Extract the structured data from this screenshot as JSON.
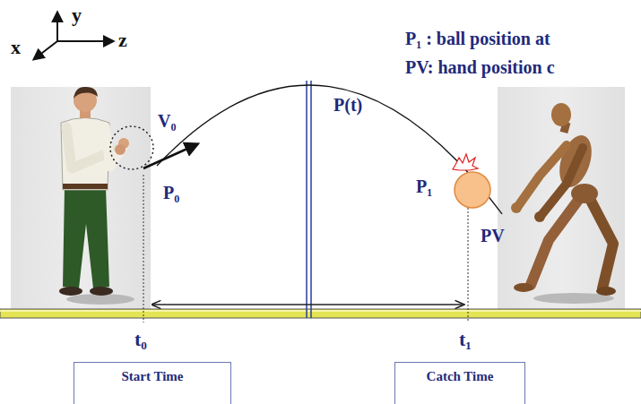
{
  "diagram": {
    "nodes": [
      {
        "text": [
          "Start Time"
        ]
      },
      {
        "text": [
          "Catch Time"
        ]
      }
    ],
    "labels": [
      "y",
      "z",
      "x",
      "P₁ : ball position at",
      "PV: hand position c",
      "V₀",
      "P₀",
      "P(t)",
      "P₁",
      "PV",
      "t₀",
      "t₁"
    ]
  }
}
